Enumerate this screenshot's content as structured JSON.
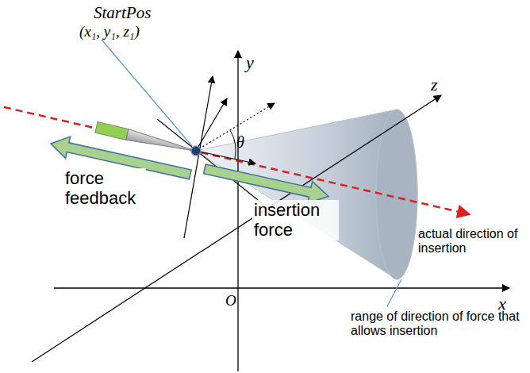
{
  "diagram": {
    "labels": [
      "StartPos",
      "(x₁, y₁, z₁)",
      "y",
      "z",
      "x",
      "O",
      "θ",
      "force feedback",
      "insertion force",
      "actual direction of insertion",
      "range of direction of force that allows insertion"
    ]
  }
}
